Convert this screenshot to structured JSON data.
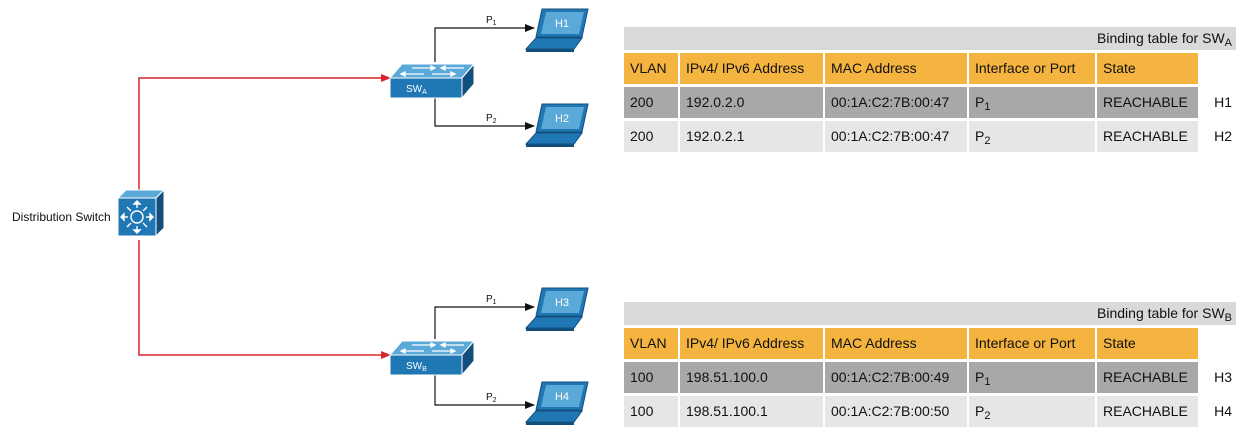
{
  "diagram": {
    "distribution_switch_label": "Distribution Switch",
    "switch_a": {
      "label": "SW",
      "sub": "A"
    },
    "switch_b": {
      "label": "SW",
      "sub": "B"
    },
    "ports": {
      "p1": {
        "label": "P",
        "sub": "1"
      },
      "p2": {
        "label": "P",
        "sub": "2"
      }
    },
    "hosts": [
      "H1",
      "H2",
      "H3",
      "H4"
    ],
    "colors": {
      "uplink": "#d9262c",
      "device_blue": "#1f77b4",
      "link": "#111111"
    }
  },
  "tables": [
    {
      "title": "Binding table for SW",
      "title_sub": "A",
      "headers": [
        "VLAN",
        "IPv4/ IPv6 Address",
        "MAC Address",
        "Interface or Port",
        "State"
      ],
      "rows": [
        {
          "vlan": "200",
          "ip": "192.0.2.0",
          "mac": "00:1A:C2:7B:00:47",
          "port": "P",
          "port_sub": "1",
          "state": "REACHABLE",
          "host": "H1"
        },
        {
          "vlan": "200",
          "ip": "192.0.2.1",
          "mac": "00:1A:C2:7B:00:47",
          "port": "P",
          "port_sub": "2",
          "state": "REACHABLE",
          "host": "H2"
        }
      ]
    },
    {
      "title": "Binding table for SW",
      "title_sub": "B",
      "headers": [
        "VLAN",
        "IPv4/ IPv6 Address",
        "MAC Address",
        "Interface or Port",
        "State"
      ],
      "rows": [
        {
          "vlan": "100",
          "ip": "198.51.100.0",
          "mac": "00:1A:C2:7B:00:49",
          "port": "P",
          "port_sub": "1",
          "state": "REACHABLE",
          "host": "H3"
        },
        {
          "vlan": "100",
          "ip": "198.51.100.1",
          "mac": "00:1A:C2:7B:00:50",
          "port": "P",
          "port_sub": "2",
          "state": "REACHABLE",
          "host": "H4"
        }
      ]
    }
  ]
}
